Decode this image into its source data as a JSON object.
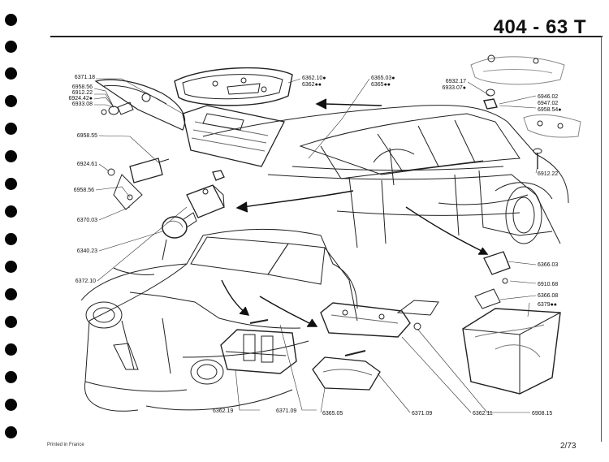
{
  "title": "404 - 63  T",
  "footer": {
    "printed": "Printed in France",
    "page": "2/73"
  },
  "parts": [
    {
      "id": "p1",
      "label": "6371.18"
    },
    {
      "id": "p2",
      "label": "6958.56"
    },
    {
      "id": "p3",
      "label": "6912.22"
    },
    {
      "id": "p4",
      "label": "6924.42●"
    },
    {
      "id": "p5",
      "label": "6933.08"
    },
    {
      "id": "p6",
      "label": "6958.55"
    },
    {
      "id": "p7",
      "label": "6924.61"
    },
    {
      "id": "p8",
      "label": "6958.56"
    },
    {
      "id": "p9",
      "label": "6370.03"
    },
    {
      "id": "p10",
      "label": "6340.23"
    },
    {
      "id": "p11",
      "label": "6372.10"
    },
    {
      "id": "p12",
      "label": "6362.10●"
    },
    {
      "id": "p13",
      "label": "6362●●"
    },
    {
      "id": "p14",
      "label": "6365.03●"
    },
    {
      "id": "p15",
      "label": "6365●●"
    },
    {
      "id": "p16",
      "label": "6932.17"
    },
    {
      "id": "p17",
      "label": "6933.07●"
    },
    {
      "id": "p18",
      "label": "6946.02"
    },
    {
      "id": "p19",
      "label": "6947.02"
    },
    {
      "id": "p20",
      "label": "6958.54●"
    },
    {
      "id": "p21",
      "label": "6912.22"
    },
    {
      "id": "p22",
      "label": "6366.03"
    },
    {
      "id": "p23",
      "label": "6910.68"
    },
    {
      "id": "p24",
      "label": "6366.08"
    },
    {
      "id": "p25",
      "label": "6379●●"
    },
    {
      "id": "p26",
      "label": "6362.19"
    },
    {
      "id": "p27",
      "label": "6371.09"
    },
    {
      "id": "p28",
      "label": "6365.05"
    },
    {
      "id": "p29",
      "label": "6371.09"
    },
    {
      "id": "p30",
      "label": "6362.11"
    },
    {
      "id": "p31",
      "label": "6908.15"
    }
  ]
}
